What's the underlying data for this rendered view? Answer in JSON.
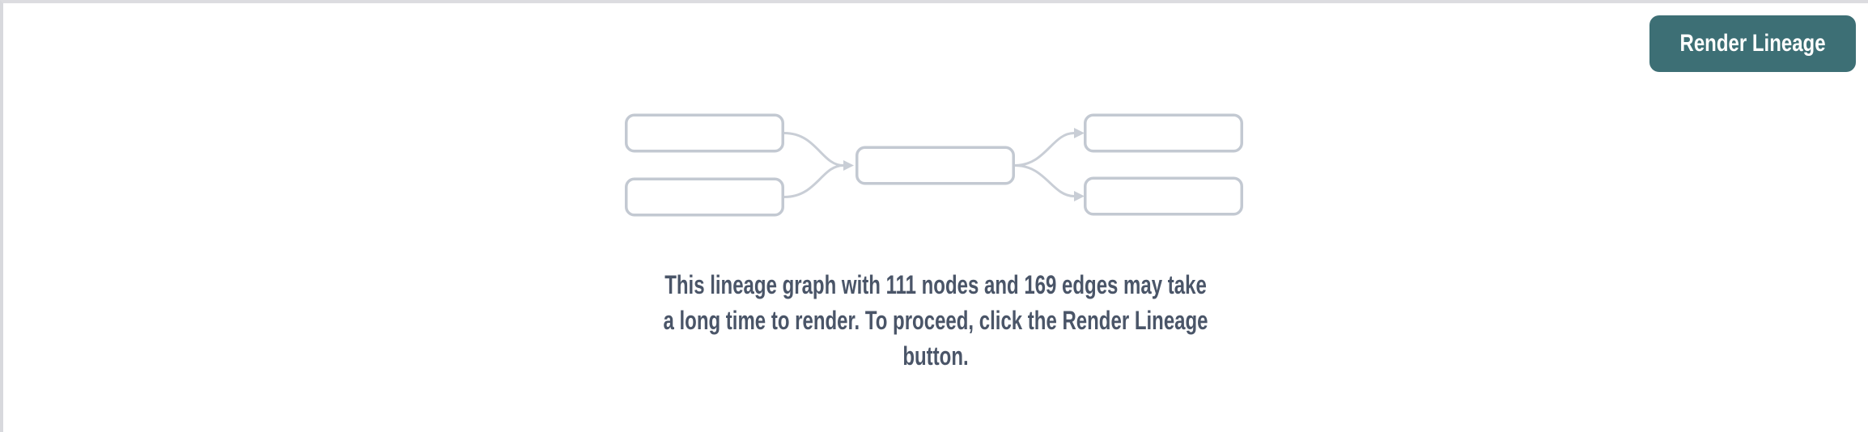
{
  "page": {
    "background": "#ffffff",
    "panel_border_color": "#d8d9dd"
  },
  "toolbar": {
    "render_lineage_label": "Render Lineage",
    "button_bg": "#3d6f75",
    "button_text_color": "#ffffff"
  },
  "lineage_placeholder": {
    "kind": "placeholder-lineage-diagram",
    "node_count_shown": 5,
    "edge_count_shown": 4,
    "node_fill": "#ffffff",
    "node_border_color": "#c3c9d2",
    "edge_color": "#c9ced6"
  },
  "message": {
    "lines": [
      "This lineage graph with 111 nodes and 169 edges may take",
      "a long time to render. To proceed, click the Render Lineage",
      "button."
    ],
    "full_text": "This lineage graph with 111 nodes and 169 edges may take a long time to render. To proceed, click the Render Lineage button.",
    "node_count": "111",
    "edge_count": "169",
    "text_color": "#4a5568"
  }
}
